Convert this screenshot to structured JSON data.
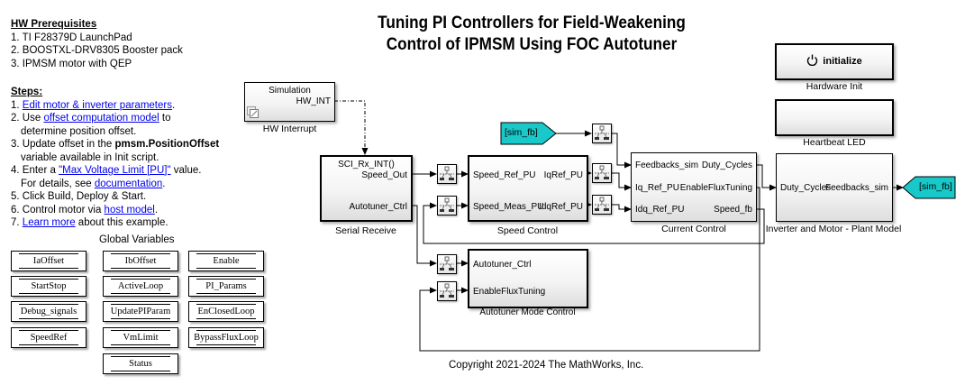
{
  "title": {
    "line1": "Tuning PI Controllers for Field-Weakening",
    "line2": "Control of IPMSM Using FOC Autotuner"
  },
  "hw_prereq": {
    "heading": "HW Prerequisites",
    "items": [
      "1. TI F28379D LaunchPad",
      "2. BOOSTXL-DRV8305 Booster pack",
      "3. IPMSM motor with QEP"
    ]
  },
  "steps": {
    "heading": "Steps:",
    "s1_num": "1. ",
    "s1_link": "Edit motor & inverter parameters",
    "s1_end": ".",
    "s2_num": "2. Use ",
    "s2_link": "offset computation model",
    "s2_end": " to",
    "s2_cont": "determine position offset.",
    "s3_pre": "3. Update offset in the ",
    "s3_bold": "pmsm.PositionOffset",
    "s3_cont": "variable available in Init script.",
    "s4_pre": "4. Enter a ",
    "s4_link": "\"Max Voltage Limit [PU]\"",
    "s4_end": " value.",
    "s4_cont_pre": "For details, see ",
    "s4_cont_link": "documentation",
    "s4_cont_end": ".",
    "s5": "5. Click Build, Deploy & Start.",
    "s6_pre": "6. Control motor via ",
    "s6_link": "host model",
    "s6_end": ".",
    "s7_num": "7. ",
    "s7_link": "Learn more",
    "s7_end": " about this example."
  },
  "global_variables": {
    "title": "Global Variables",
    "col1": [
      "IaOffset",
      "StartStop",
      "Debug_signals",
      "SpeedRef"
    ],
    "col2": [
      "IbOffset",
      "ActiveLoop",
      "UpdatePIParam",
      "VmLimit",
      "Status"
    ],
    "col3": [
      "Enable",
      "PI_Params",
      "EnClosedLoop",
      "BypassFluxLoop"
    ]
  },
  "blocks": {
    "hw_interrupt": {
      "name": "HW Interrupt",
      "top_text": "Simulation",
      "out": "HW_INT"
    },
    "serial_receive": {
      "name": "Serial Receive",
      "top_text": "SCI_Rx_INT()",
      "out1": "Speed_Out",
      "out2": "Autotuner_Ctrl"
    },
    "speed_control": {
      "name": "Speed Control",
      "in1": "Speed_Ref_PU",
      "in2": "Speed_Meas_PU",
      "out1": "IqRef_PU",
      "out2": "IdqRef_PU"
    },
    "current_control": {
      "name": "Current Control",
      "in1": "Feedbacks_sim",
      "in2": "Iq_Ref_PU",
      "in3": "Idq_Ref_PU",
      "out1": "Duty_Cycles",
      "out2": "EnableFluxTuning",
      "out3": "Speed_fb"
    },
    "autotuner_mode": {
      "name": "Autotuner Mode Control",
      "in1": "Autotuner_Ctrl",
      "in2": "EnableFluxTuning"
    },
    "hardware_init": {
      "name": "Hardware Init",
      "button": "initialize",
      "icon": "power-icon"
    },
    "heartbeat": {
      "name": "Heartbeat LED"
    },
    "plant": {
      "name": "Inverter and Motor - Plant Model",
      "in1": "Duty_Cycles",
      "out1": "Feedbacks_sim"
    },
    "from_tag": {
      "text": "[sim_fb]"
    },
    "goto_tag": {
      "text": "[sim_fb]"
    }
  },
  "colors": {
    "tag_fill": "#19C8C8",
    "link": "#0000EE"
  },
  "copyright": "Copyright 2021-2024 The MathWorks, Inc."
}
